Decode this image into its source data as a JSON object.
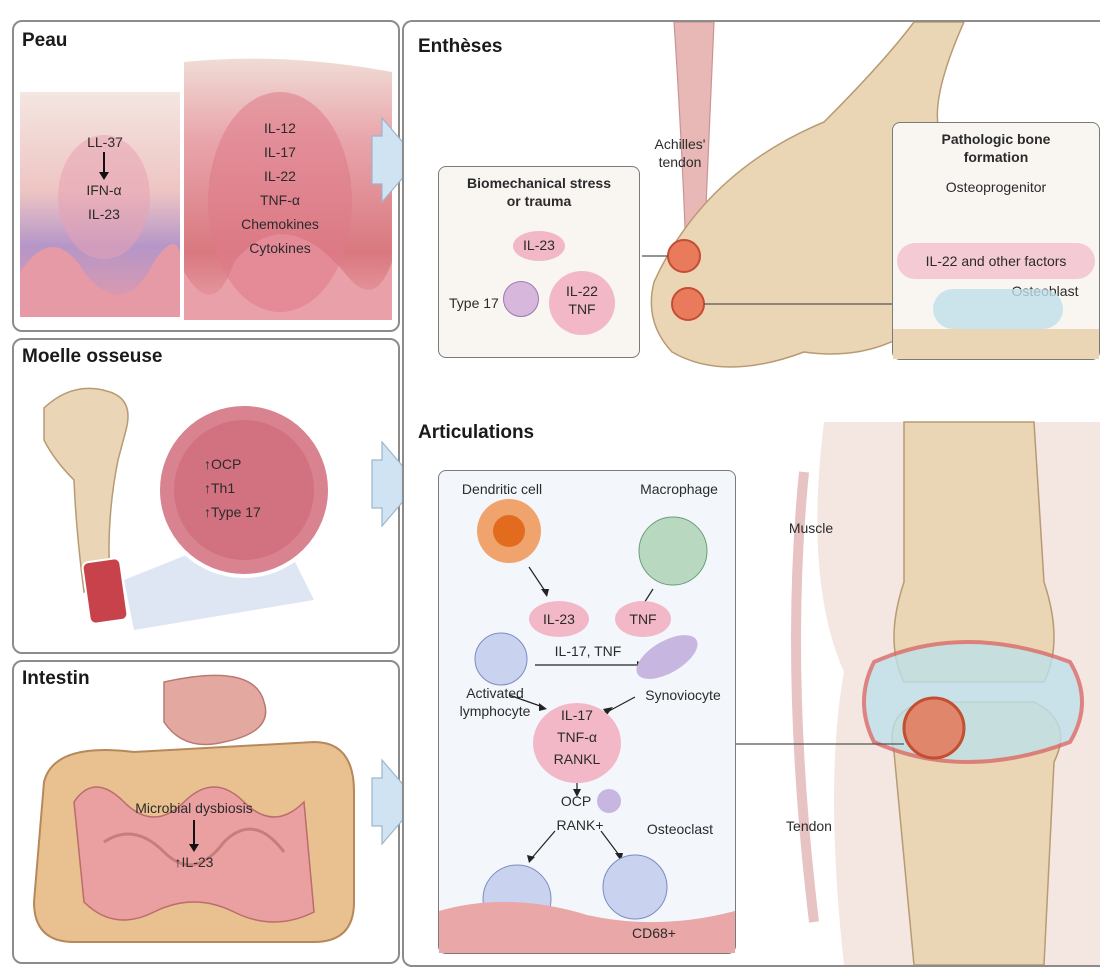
{
  "panels": {
    "peau": {
      "title": "Peau",
      "left_labels": [
        "LL-37",
        "IFN-α",
        "IL-23"
      ],
      "right_labels": [
        "IL-12",
        "IL-17",
        "IL-22",
        "TNF-α",
        "Chemokines",
        "Cytokines"
      ]
    },
    "moelle": {
      "title": "Moelle osseuse",
      "labels": [
        "↑OCP",
        "↑Th1",
        "↑Type 17"
      ]
    },
    "intestin": {
      "title": "Intestin",
      "labels": [
        "Microbial dysbiosis",
        "↑IL-23"
      ]
    },
    "entheses": {
      "title": "Enthèses",
      "achilles": "Achilles'\ntendon",
      "stress_box": {
        "title": "Biomechanical stress\nor trauma",
        "il23": "IL-23",
        "type17": "Type 17",
        "il22tnf": "IL-22\nTNF"
      },
      "bone_box": {
        "title": "Pathologic bone\nformation",
        "osteoprogenitor": "Osteoprogenitor",
        "factors": "IL-22 and other factors",
        "osteoblast": "Osteoblast"
      }
    },
    "articulations": {
      "title": "Articulations",
      "dendritic": "Dendritic cell",
      "macrophage": "Macrophage",
      "il23": "IL-23",
      "tnf": "TNF",
      "il17tnf": "IL-17, TNF",
      "activated": "Activated\nlymphocyte",
      "synoviocyte": "Synoviocyte",
      "center": [
        "IL-17",
        "TNF-α",
        "RANKL"
      ],
      "ocp": "OCP",
      "rank": "RANK+",
      "osteoclast": "Osteoclast",
      "cd68": "CD68+",
      "muscle": "Muscle",
      "tendon": "Tendon"
    }
  },
  "colors": {
    "panel_border": "#8c8c8c",
    "skin_pink": "#e9a9b1",
    "skin_purple": "#a88bc0",
    "cytokine_pink": "#f2b8c8",
    "bone": "#e8d2b0",
    "arrow_blue": "#cfe3f3",
    "cartilage_blue": "#bfe0ea",
    "synovium_red": "#d86b6b"
  }
}
